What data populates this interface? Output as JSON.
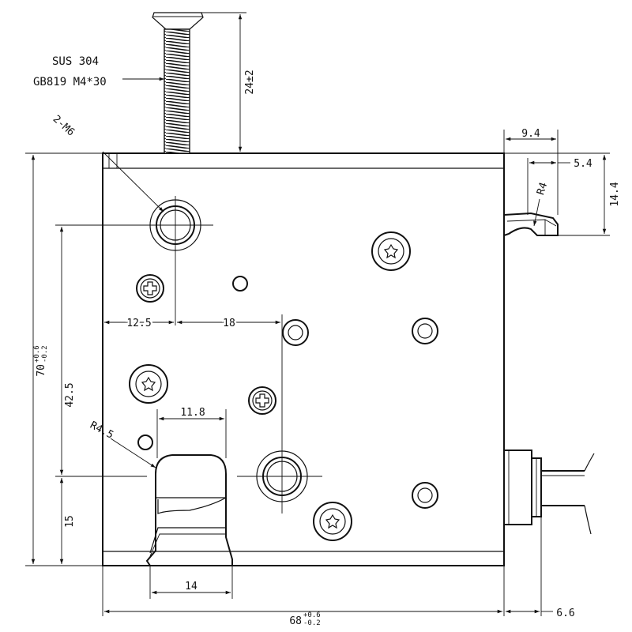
{
  "material": {
    "line1": "SUS 304",
    "line2": "GB819 M4*30"
  },
  "dimensions": {
    "screw_length": "24±2",
    "hole_callout": "2-M6",
    "tab_width": "9.4",
    "tab_offset": "5.4",
    "tab_height": "14.4",
    "tab_radius": "R4",
    "edge_to_hole": "12.5",
    "hole_spacing": "18",
    "height_total": "70",
    "height_tol_upper": "+0.6",
    "height_tol_lower": "-0.2",
    "hole_height": "42.5",
    "bolt_width": "11.8",
    "bolt_radius": "R4.5",
    "bolt_height": "15",
    "bolt_base_width": "14",
    "width_total": "68",
    "width_tol_upper": "+0.6",
    "width_tol_lower": "-0.2",
    "cable_offset": "6.6"
  }
}
